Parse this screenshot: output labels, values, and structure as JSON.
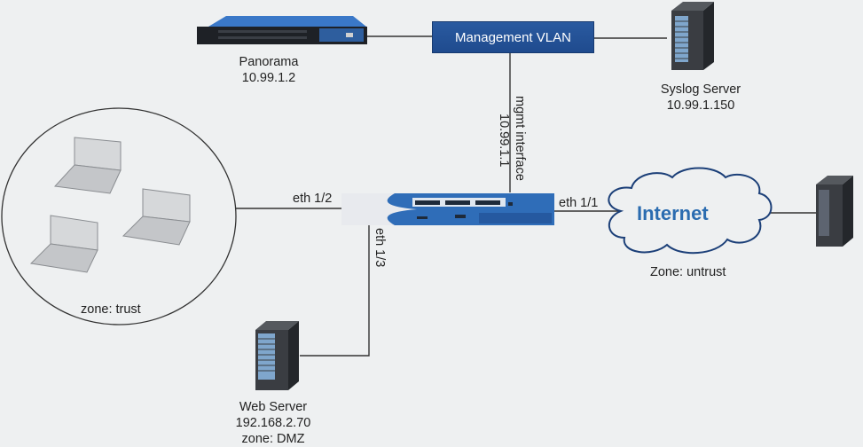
{
  "title": "Network topology diagram",
  "nodes": {
    "panorama": {
      "name": "Panorama",
      "ip": "10.99.1.2"
    },
    "management_vlan": {
      "label": "Management VLAN"
    },
    "syslog": {
      "name": "Syslog Server",
      "ip": "10.99.1.150"
    },
    "firewall": {
      "mgmt_label": "mgmt interface",
      "mgmt_ip": "10.99.1.1"
    },
    "internet": {
      "label": "Internet",
      "zone": "Zone: untrust"
    },
    "trust_zone": {
      "zone": "zone: trust",
      "laptop_count": 3
    },
    "web_server": {
      "name": "Web Server",
      "ip": "192.168.2.70",
      "zone": "zone: DMZ"
    }
  },
  "links": {
    "eth_1_1": "eth 1/1",
    "eth_1_2": "eth 1/2",
    "eth_1_3": "eth 1/3"
  },
  "colors": {
    "vlan_blue": "#1f4b8e",
    "firewall_blue": "#2f6db8",
    "cloud_outline": "#1b3f78",
    "internet_text": "#2b6cb0",
    "server_dark": "#2c2f33",
    "line": "#333333"
  }
}
